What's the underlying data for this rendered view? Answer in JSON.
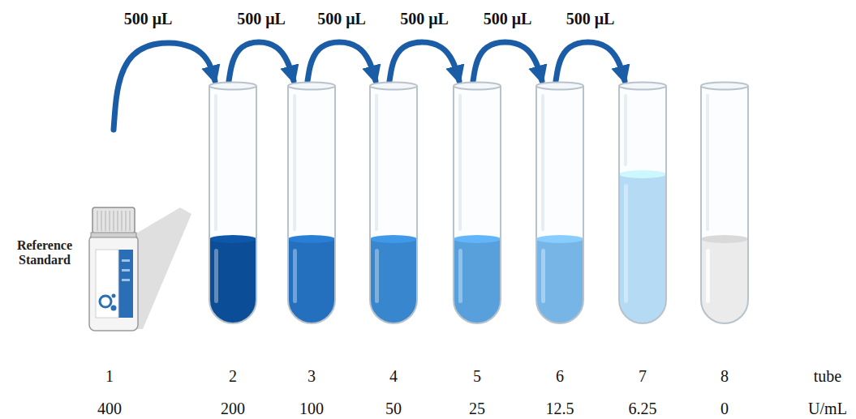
{
  "diagram": {
    "nodes": [
      {
        "text": [
          "Reference Standard",
          "1",
          "400"
        ]
      },
      {
        "text": [
          "2",
          "200"
        ]
      },
      {
        "text": [
          "3",
          "100"
        ]
      },
      {
        "text": [
          "4",
          "50"
        ]
      },
      {
        "text": [
          "5",
          "25"
        ]
      },
      {
        "text": [
          "6",
          "12.5"
        ]
      },
      {
        "text": [
          "7",
          "6.25"
        ]
      },
      {
        "text": [
          "8",
          "0"
        ]
      }
    ],
    "edges": [
      {
        "from": 0,
        "to": 1,
        "arrow": "to",
        "label": "500 μL"
      },
      {
        "from": 1,
        "to": 2,
        "arrow": "to",
        "label": "500 μL"
      },
      {
        "from": 2,
        "to": 3,
        "arrow": "to",
        "label": "500 μL"
      },
      {
        "from": 3,
        "to": 4,
        "arrow": "to",
        "label": "500 μL"
      },
      {
        "from": 4,
        "to": 5,
        "arrow": "to",
        "label": "500 μL"
      },
      {
        "from": 5,
        "to": 6,
        "arrow": "to",
        "label": "500 μL"
      }
    ],
    "labels": [
      "tube",
      "U/mL"
    ]
  }
}
